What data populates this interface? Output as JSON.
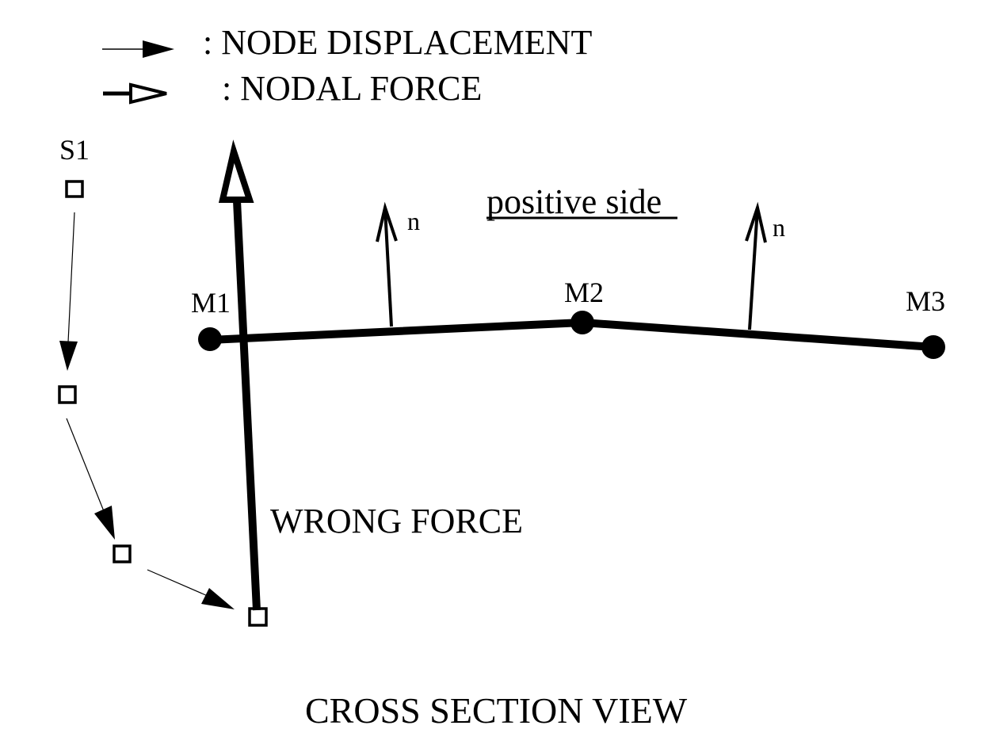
{
  "legend": {
    "items": [
      {
        "icon": "filled-arrow-icon",
        "label": ": NODE DISPLACEMENT"
      },
      {
        "icon": "open-arrow-icon",
        "label": ": NODAL FORCE"
      }
    ]
  },
  "labels": {
    "slave_node": "S1",
    "master_nodes": [
      "M1",
      "M2",
      "M3"
    ],
    "normal": "n",
    "positive_side": "positive side",
    "wrong_force": "WRONG FORCE",
    "title": "CROSS SECTION VIEW"
  },
  "colors": {
    "ink": "#000000",
    "background": "#ffffff"
  }
}
